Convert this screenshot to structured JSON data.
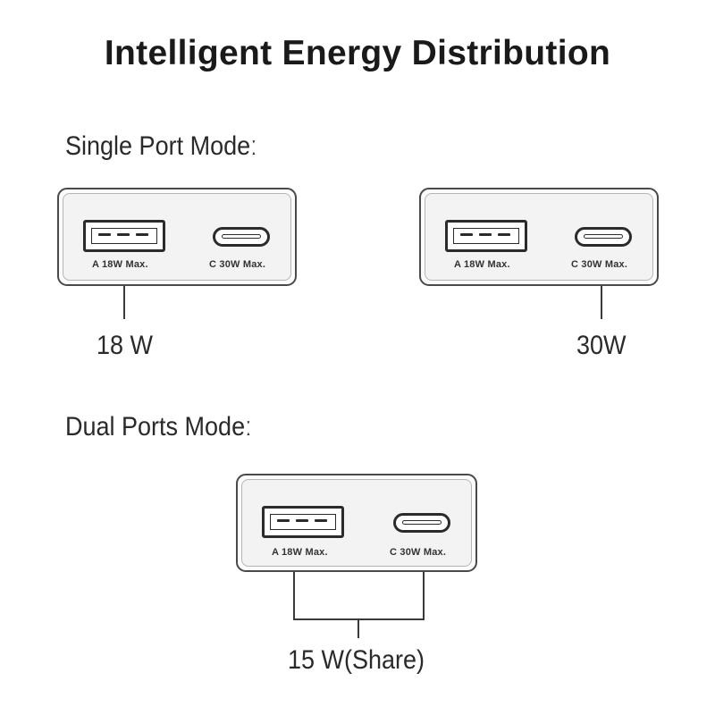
{
  "title": "Intelligent Energy Distribution",
  "single_mode": {
    "label": "Single Port Modeː",
    "left_bank": {
      "port_a_label": "A 18W Max.",
      "port_c_label": "C 30W Max.",
      "output": "18 W"
    },
    "right_bank": {
      "port_a_label": "A 18W Max.",
      "port_c_label": "C 30W Max.",
      "output": "30W"
    }
  },
  "dual_mode": {
    "label": "Dual Ports Modeː",
    "bank": {
      "port_a_label": "A 18W Max.",
      "port_c_label": "C 30W Max.",
      "output": "15 W(Share)"
    }
  }
}
